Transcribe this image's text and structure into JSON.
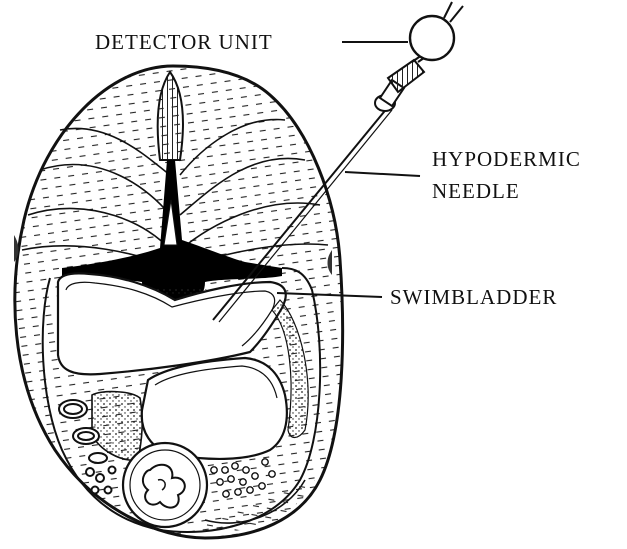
{
  "figure": {
    "labels": {
      "detector_unit": "DETECTOR UNIT",
      "hypodermic_line1": "HYPODERMIC",
      "hypodermic_line2": "NEEDLE",
      "swimbladder": "SWIMBLADDER"
    }
  }
}
